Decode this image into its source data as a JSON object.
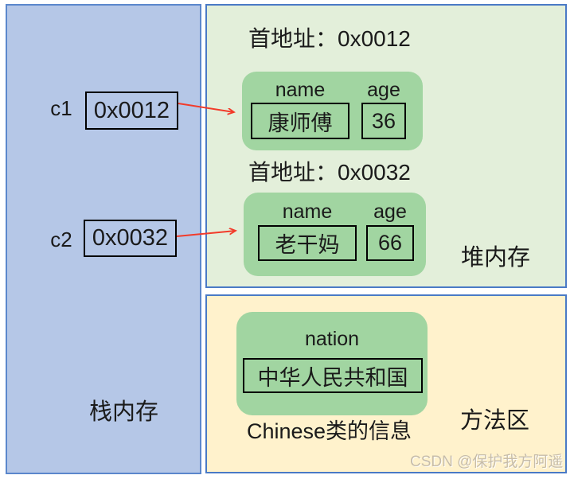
{
  "diagram": {
    "stack": {
      "label": "栈内存",
      "vars": [
        {
          "name": "c1",
          "value": "0x0012"
        },
        {
          "name": "c2",
          "value": "0x0032"
        }
      ]
    },
    "heap": {
      "label": "堆内存",
      "objects": [
        {
          "address_title": "首地址：0x0012",
          "fields": [
            {
              "key": "name",
              "value": "康师傅"
            },
            {
              "key": "age",
              "value": "36"
            }
          ]
        },
        {
          "address_title": "首地址：0x0032",
          "fields": [
            {
              "key": "name",
              "value": "老干妈"
            },
            {
              "key": "age",
              "value": "66"
            }
          ]
        }
      ]
    },
    "method_area": {
      "label": "方法区",
      "class_info": {
        "field_key": "nation",
        "field_value": "中华人民共和国",
        "caption": "Chinese类的信息"
      }
    },
    "watermark": "CSDN @保护我方阿遥",
    "colors": {
      "stack_fill": "#b5c7e7",
      "heap_fill": "#e3efda",
      "method_fill": "#fff2cc",
      "object_fill": "#a1d5a1",
      "panel_border": "#4a7ac6",
      "box_border": "#000000",
      "arrow": "#f23b2a",
      "watermark_text": "#c7bda9"
    }
  }
}
